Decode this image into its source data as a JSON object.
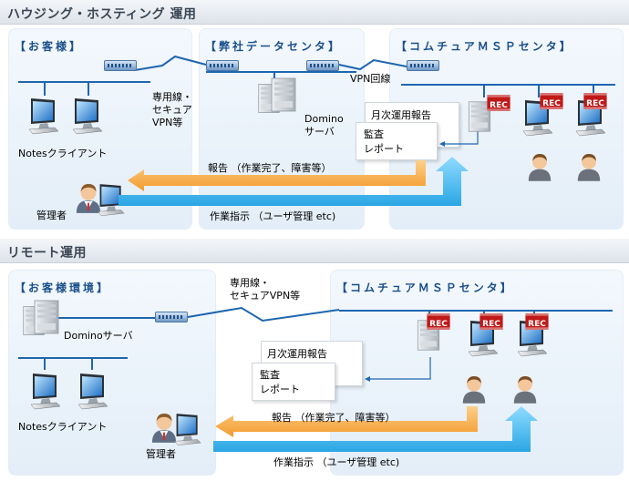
{
  "housing": {
    "title": "ハウジング・ホスティング 運用",
    "customer_title": "【お客様】",
    "company_title": "【弊社データセンタ】",
    "msp_title": "【コムチュアＭＳＰセンタ】",
    "line_label": "専用線・\nセキュア\nVPN等",
    "vpn_label": "VPN回線",
    "domino_label": "Domino\nサーバ",
    "notes_label": "Notesクライアント",
    "admin_label": "管理者",
    "monthly_report": "月次運用報告",
    "audit_report": "監査\nレポート",
    "report_arrow": "報告 （作業完了、障害等）",
    "instruction_arrow": "作業指示 （ユーザ管理 etc)",
    "rec": "REC"
  },
  "remote": {
    "title": "リモート運用",
    "customer_title": "【お客様環境】",
    "msp_title": "【コムチュアＭＳＰセンタ】",
    "line_label": "専用線・\nセキュアVPN等",
    "domino_label": "Dominoサーバ",
    "notes_label": "Notesクライアント",
    "admin_label": "管理者",
    "monthly_report": "月次運用報告",
    "audit_report": "監査\nレポート",
    "report_arrow": "報告 （作業完了、障害等）",
    "instruction_arrow": "作業指示 （ユーザ管理 etc)",
    "rec": "REC"
  },
  "colors": {
    "orange": "#f7a135",
    "blue": "#3fb6ec",
    "network": "#1f66b0",
    "title": "#1a4f8a"
  }
}
